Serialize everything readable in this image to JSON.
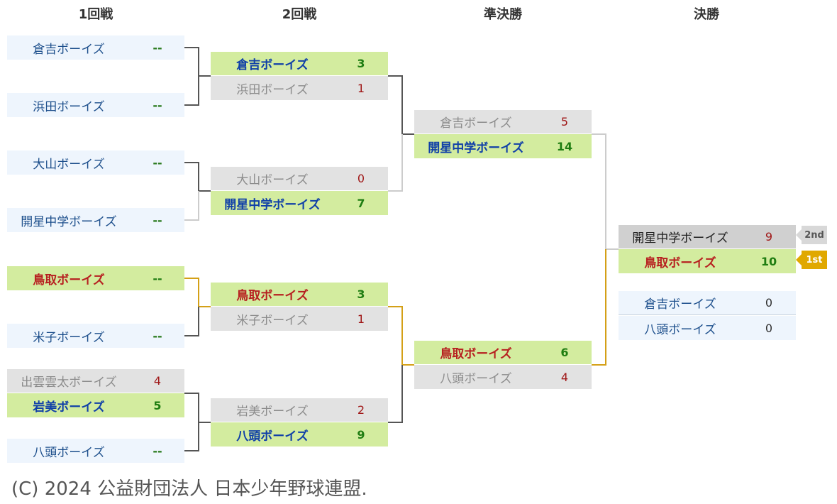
{
  "rounds": [
    "1回戦",
    "2回戦",
    "準決勝",
    "決勝"
  ],
  "round1": [
    {
      "name": "倉吉ボーイズ",
      "score": "--"
    },
    {
      "name": "浜田ボーイズ",
      "score": "--"
    },
    {
      "name": "大山ボーイズ",
      "score": "--"
    },
    {
      "name": "開星中学ボーイズ",
      "score": "--"
    },
    {
      "name": "鳥取ボーイズ",
      "score": "--"
    },
    {
      "name": "米子ボーイズ",
      "score": "--"
    },
    {
      "name": "出雲雲太ボーイズ",
      "score": "4"
    },
    {
      "name": "岩美ボーイズ",
      "score": "5"
    },
    {
      "name": "八頭ボーイズ",
      "score": "--"
    }
  ],
  "round2": [
    {
      "name": "倉吉ボーイズ",
      "score": "3"
    },
    {
      "name": "浜田ボーイズ",
      "score": "1"
    },
    {
      "name": "大山ボーイズ",
      "score": "0"
    },
    {
      "name": "開星中学ボーイズ",
      "score": "7"
    },
    {
      "name": "鳥取ボーイズ",
      "score": "3"
    },
    {
      "name": "米子ボーイズ",
      "score": "1"
    },
    {
      "name": "岩美ボーイズ",
      "score": "2"
    },
    {
      "name": "八頭ボーイズ",
      "score": "9"
    }
  ],
  "semifinal": [
    {
      "name": "倉吉ボーイズ",
      "score": "5"
    },
    {
      "name": "開星中学ボーイズ",
      "score": "14"
    },
    {
      "name": "鳥取ボーイズ",
      "score": "6"
    },
    {
      "name": "八頭ボーイズ",
      "score": "4"
    }
  ],
  "final": [
    {
      "name": "開星中学ボーイズ",
      "score": "9",
      "place": "2nd"
    },
    {
      "name": "鳥取ボーイズ",
      "score": "10",
      "place": "1st"
    }
  ],
  "third_place": [
    {
      "name": "倉吉ボーイズ",
      "score": "0"
    },
    {
      "name": "八頭ボーイズ",
      "score": "0"
    }
  ],
  "footer": "(C) 2024 公益財団法人 日本少年野球連盟.",
  "colors": {
    "accent_gold": "#e0a800",
    "win_bg": "#d3ec9f",
    "lose_bg": "#e2e2e2",
    "neutral_bg": "#eef5fd"
  }
}
